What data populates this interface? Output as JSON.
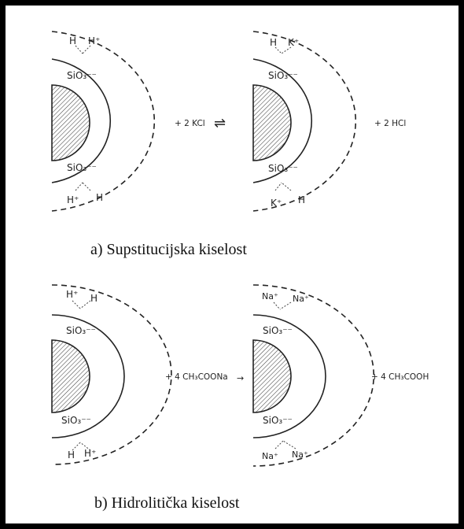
{
  "caption_a": "a) Supstitucijska kiselost",
  "caption_b": "b) Hidrolitička kiselost",
  "panel_a": {
    "left": {
      "top_species": [
        "H",
        "H⁺"
      ],
      "top_silicate": "SiO₃⁻⁻",
      "bottom_silicate": "SiO₃⁻⁻",
      "bottom_species": [
        "H⁺",
        "H"
      ]
    },
    "reagent": "+ 2 KCl",
    "arrow": "⇌",
    "right": {
      "top_species": [
        "H",
        "K⁺"
      ],
      "top_silicate": "SiO₃⁻⁻",
      "bottom_silicate": "SiO₃⁻⁻",
      "bottom_species": [
        "K⁺",
        "H"
      ]
    },
    "product": "+ 2 HCl"
  },
  "panel_b": {
    "left": {
      "top_species": [
        "H⁺",
        "H"
      ],
      "top_silicate": "SiO₃⁻⁻",
      "bottom_silicate": "SiO₃⁻⁻",
      "bottom_species": [
        "H",
        "H⁺"
      ]
    },
    "reagent": "+ 4 CH₃COONa",
    "arrow": "→",
    "right": {
      "top_species": [
        "Na⁺",
        "Na⁺"
      ],
      "top_silicate": "SiO₃⁻⁻",
      "bottom_silicate": "SiO₃⁻⁻",
      "bottom_species": [
        "Na⁺",
        "Na⁺"
      ]
    },
    "product": "+ 4 CH₃COOH"
  }
}
